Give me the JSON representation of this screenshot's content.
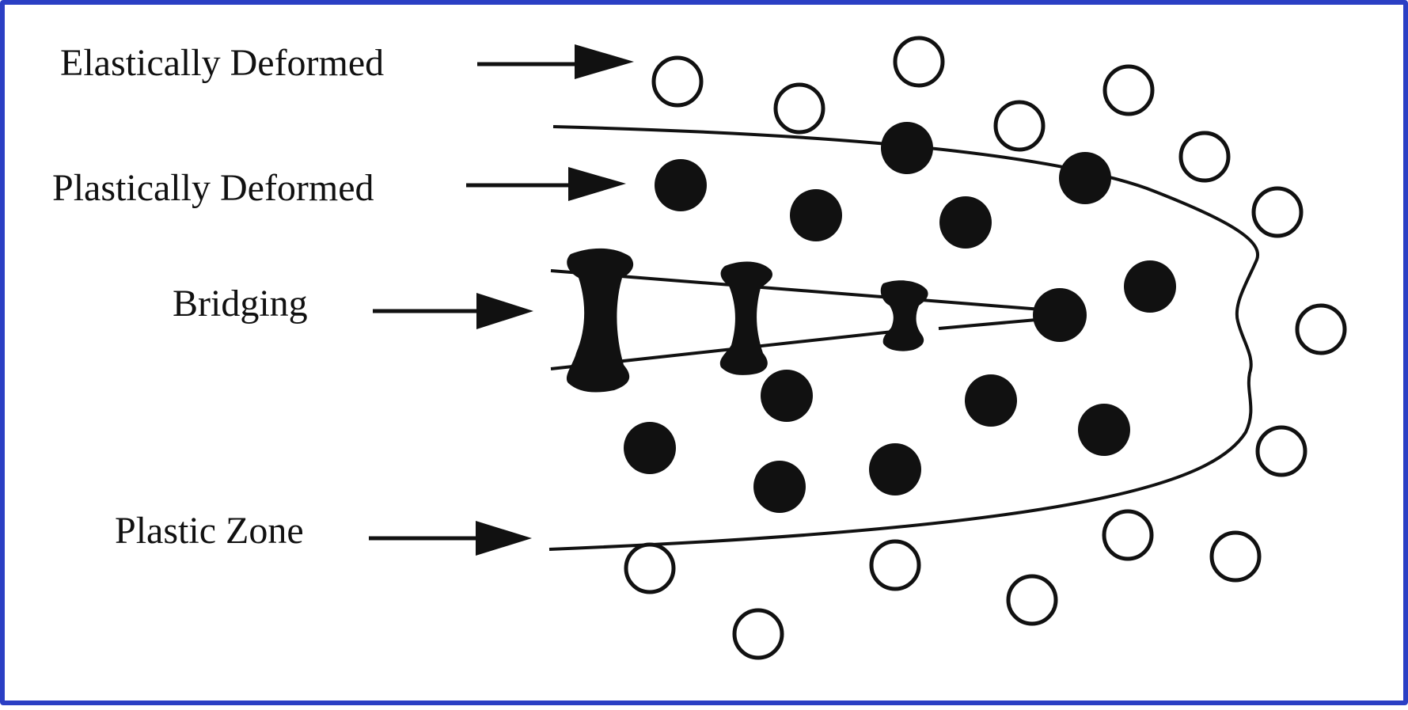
{
  "labels": {
    "elastic": "Elastically Deformed",
    "plastic": "Plastically Deformed",
    "bridging": "Bridging",
    "zone": "Plastic Zone"
  },
  "colors": {
    "border": "#2b3fc4",
    "ink": "#111111",
    "background": "#ffffff"
  }
}
